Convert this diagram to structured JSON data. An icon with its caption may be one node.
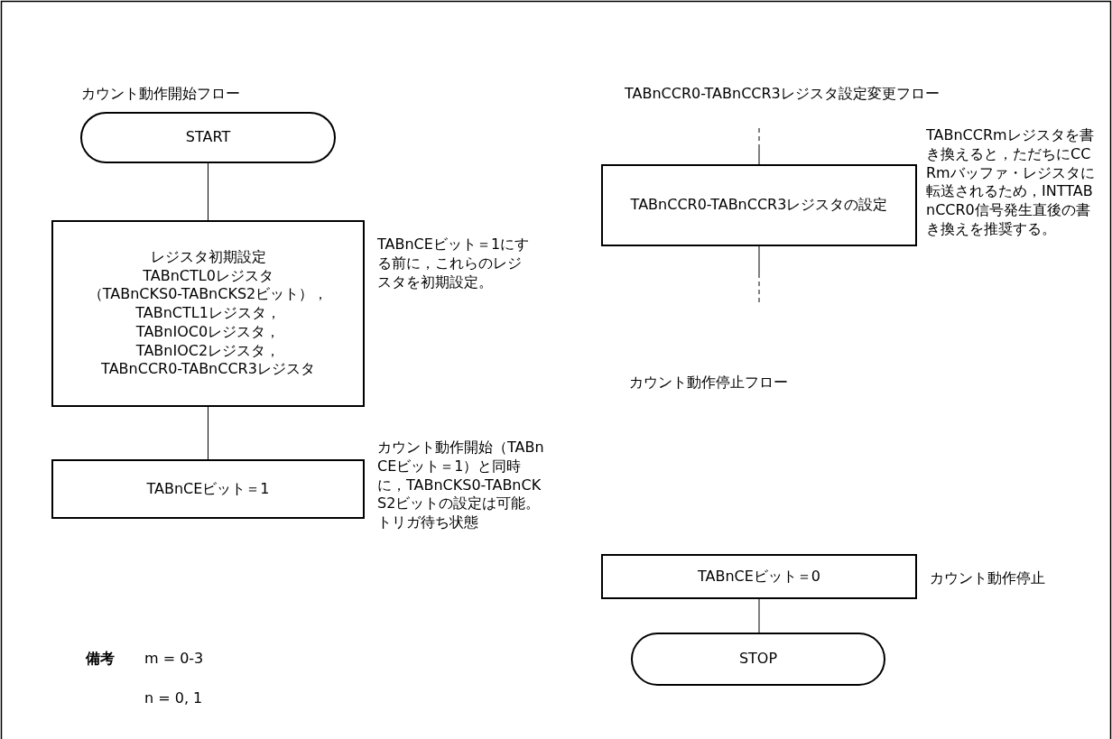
{
  "diagram": {
    "nodes": [
      {
        "text": [
          "START"
        ]
      },
      {
        "text": [
          "レジスタ初期設定",
          "TABnCTL0レジスタ",
          "（TABnCKS0-TABnCKS2ビット），",
          "TABnCTL1レジスタ，",
          "TABnIOC0レジスタ，",
          "TABnIOC2レジスタ，",
          "TABnCCR0-TABnCCR3レジスタ"
        ],
        "beside": [
          "TABnCEビット＝1にする前に，これらのレジスタを初期設定。"
        ]
      },
      {
        "text": [
          "TABnCEビット＝1"
        ],
        "beside": [
          "カウント動作開始（TABnCEビット＝1）と同時に，TABnCKS0-TABnCKS2ビットの設定は可能。トリガ待ち状態"
        ]
      },
      {
        "text": [
          "TABnCCR0-TABnCCR3レジスタの設定"
        ],
        "beside": [
          "TABnCCRmレジスタを書き換えると，ただちにCCRmバッファ・レジスタに転送されるため，INTTABnCCR0信号発生直後の書き換えを推奨する。"
        ]
      },
      {
        "text": [
          "TABnCEビット＝0"
        ],
        "beside": [
          "カウント動作停止"
        ]
      },
      {
        "text": [
          "STOP"
        ]
      }
    ],
    "edges": [
      {
        "from": 0,
        "to": 1,
        "arrow": "none"
      },
      {
        "from": 1,
        "to": 2,
        "arrow": "none"
      },
      {
        "from": null,
        "to": 3,
        "arrow": "none",
        "style": "dashed"
      },
      {
        "from": 3,
        "to": null,
        "arrow": "none",
        "style": "dashed"
      },
      {
        "from": 4,
        "to": 5,
        "arrow": "none"
      }
    ],
    "labels": [
      "カウント動作開始フロー",
      "TABnCCR0-TABnCCR3レジスタ設定変更フロー",
      "カウント動作停止フロー",
      "備考",
      "m = 0-3",
      "n = 0, 1"
    ]
  }
}
